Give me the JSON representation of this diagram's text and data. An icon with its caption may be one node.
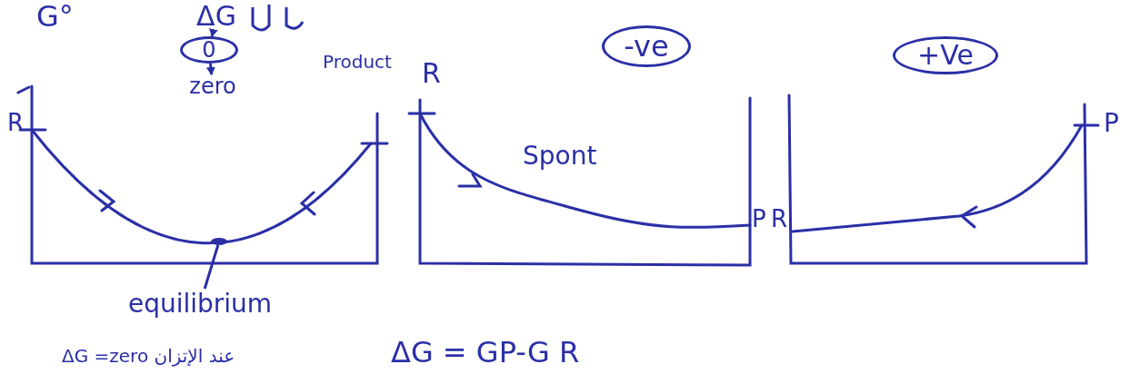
{
  "diagram": {
    "nodes": [
      {
        "text": [
          "ΔG"
        ]
      },
      {
        "text": [
          "0"
        ]
      },
      {
        "text": [
          "zero"
        ]
      },
      {
        "text": [
          "-ve"
        ]
      },
      {
        "text": [
          "+Ve"
        ]
      },
      {
        "text": [
          "equilibrium"
        ]
      },
      {
        "text": [],
        "shape": "dot"
      }
    ],
    "edges": [
      {
        "from": 0,
        "to": 1,
        "arrow": "to"
      },
      {
        "from": 1,
        "to": 2,
        "arrow": "to"
      },
      {
        "from": 5,
        "to": 6,
        "arrow": "none"
      }
    ],
    "labels": [
      "G°",
      "Product",
      "R",
      "R",
      "Spont",
      "P",
      "R",
      "P",
      "ΔG =zero عند الإتزان",
      "ΔG = GP-G R"
    ]
  }
}
